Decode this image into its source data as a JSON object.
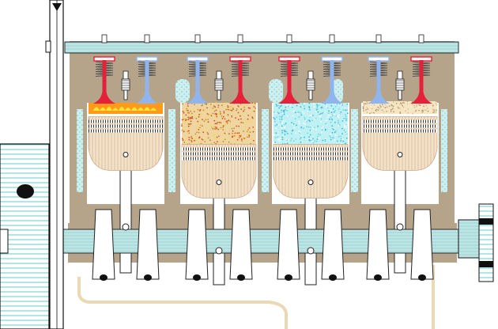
{
  "diagram": {
    "subject": "four-cylinder-engine-cutaway",
    "colors": {
      "block": "#b5a48a",
      "block_dark": "#8f7f66",
      "coolant": "#cfeeee",
      "coolant_dots": "#5fc6d1",
      "shaft": "#bfe4e4",
      "shaft_line": "#2a2a2a",
      "piston": "#f3e2c8",
      "piston_line": "#c9a98a",
      "rod": "#ffffff",
      "intake_valve": "#8fb4ee",
      "exhaust_valve": "#e5203a",
      "spring": "#555555",
      "spark_plug": "#ffffff",
      "combustion": "#ff9a1a",
      "flame": "#ffe53a",
      "fuel_mix": "#e9b45a",
      "fuel_dots_a": "#d94a2a",
      "fuel_dots_b": "#f3d65a",
      "compressed": "#8fe0ee",
      "compressed_dots": "#3ab8cf",
      "exhaust_gas": "#f6e6c4",
      "exhaust_dots": "#b99a72",
      "flywheel": "#ffffff",
      "flywheel_stripe": "#66cccc",
      "bolt": "#111111"
    },
    "cylinders": [
      {
        "index": 1,
        "stroke": "power",
        "piston_level": 0.15
      },
      {
        "index": 2,
        "stroke": "intake",
        "piston_level": 0.85
      },
      {
        "index": 3,
        "stroke": "compression",
        "piston_level": 0.85
      },
      {
        "index": 4,
        "stroke": "exhaust",
        "piston_level": 0.15
      }
    ],
    "icons": {
      "flywheel": "flywheel-icon",
      "camshaft": "camshaft-icon",
      "crankshaft": "crankshaft-icon",
      "pulley": "pulley-icon",
      "valve": "valve-icon",
      "spark_plug": "spark-plug-icon",
      "spring": "spring-icon"
    }
  }
}
